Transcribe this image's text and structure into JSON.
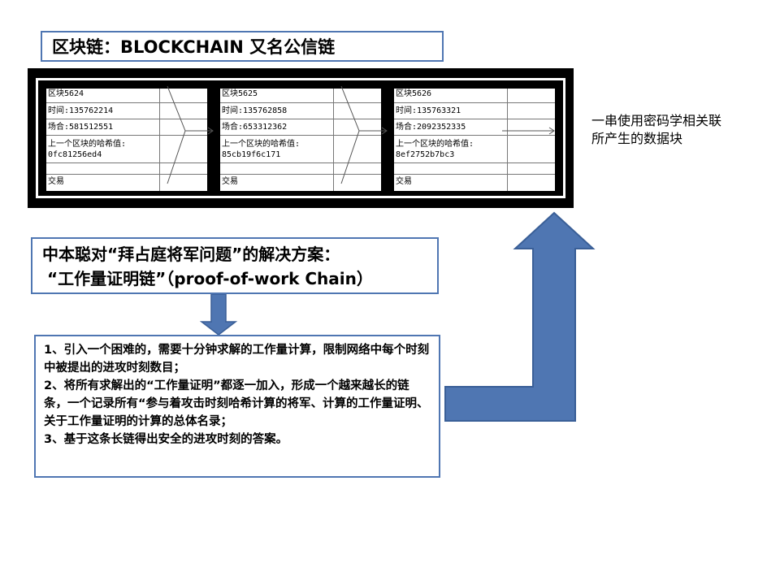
{
  "title": "区块链：BLOCKCHAIN 又名公信链",
  "blocks": [
    {
      "name": "区块5624",
      "time": "时间:135762214",
      "field": "场合:581512551",
      "prev_label": "上一个区块的哈希值:",
      "prev_hash": "0fc81256ed4",
      "tx": "交易"
    },
    {
      "name": "区块5625",
      "time": "时间:135762858",
      "field": "场合:653312362",
      "prev_label": "上一个区块的哈希值:",
      "prev_hash": "85cb19f6c171",
      "tx": "交易"
    },
    {
      "name": "区块5626",
      "time": "时间:135763321",
      "field": "场合:2092352335",
      "prev_label": "上一个区块的哈希值:",
      "prev_hash": "8ef2752b7bc3",
      "tx": "交易"
    }
  ],
  "side_text": {
    "line1": "一串使用密码学相关联",
    "line2": "所产生的数据块"
  },
  "solution": {
    "line1": "中本聪对“拜占庭将军问题”的解决方案：",
    "line2": "“工作量证明链”（proof-of-work Chain）"
  },
  "steps": {
    "s1": "1、引入一个困难的，需要十分钟求解的工作量计算，限制网络中每个时刻中被提出的进攻时刻数目；",
    "s2": "2、将所有求解出的“工作量证明”都逐一加入，形成一个越来越长的链条，一个记录所有“参与着攻击时刻哈希计算的将军、计算的工作量证明、关于工作量证明的计算的总体名录；",
    "s3": "3、基于这条长链得出安全的进攻时刻的答案。"
  },
  "colors": {
    "box_border": "#4f76b2",
    "arrow_fill": "#4f76b2",
    "arrow_stroke": "#3a5f97"
  }
}
